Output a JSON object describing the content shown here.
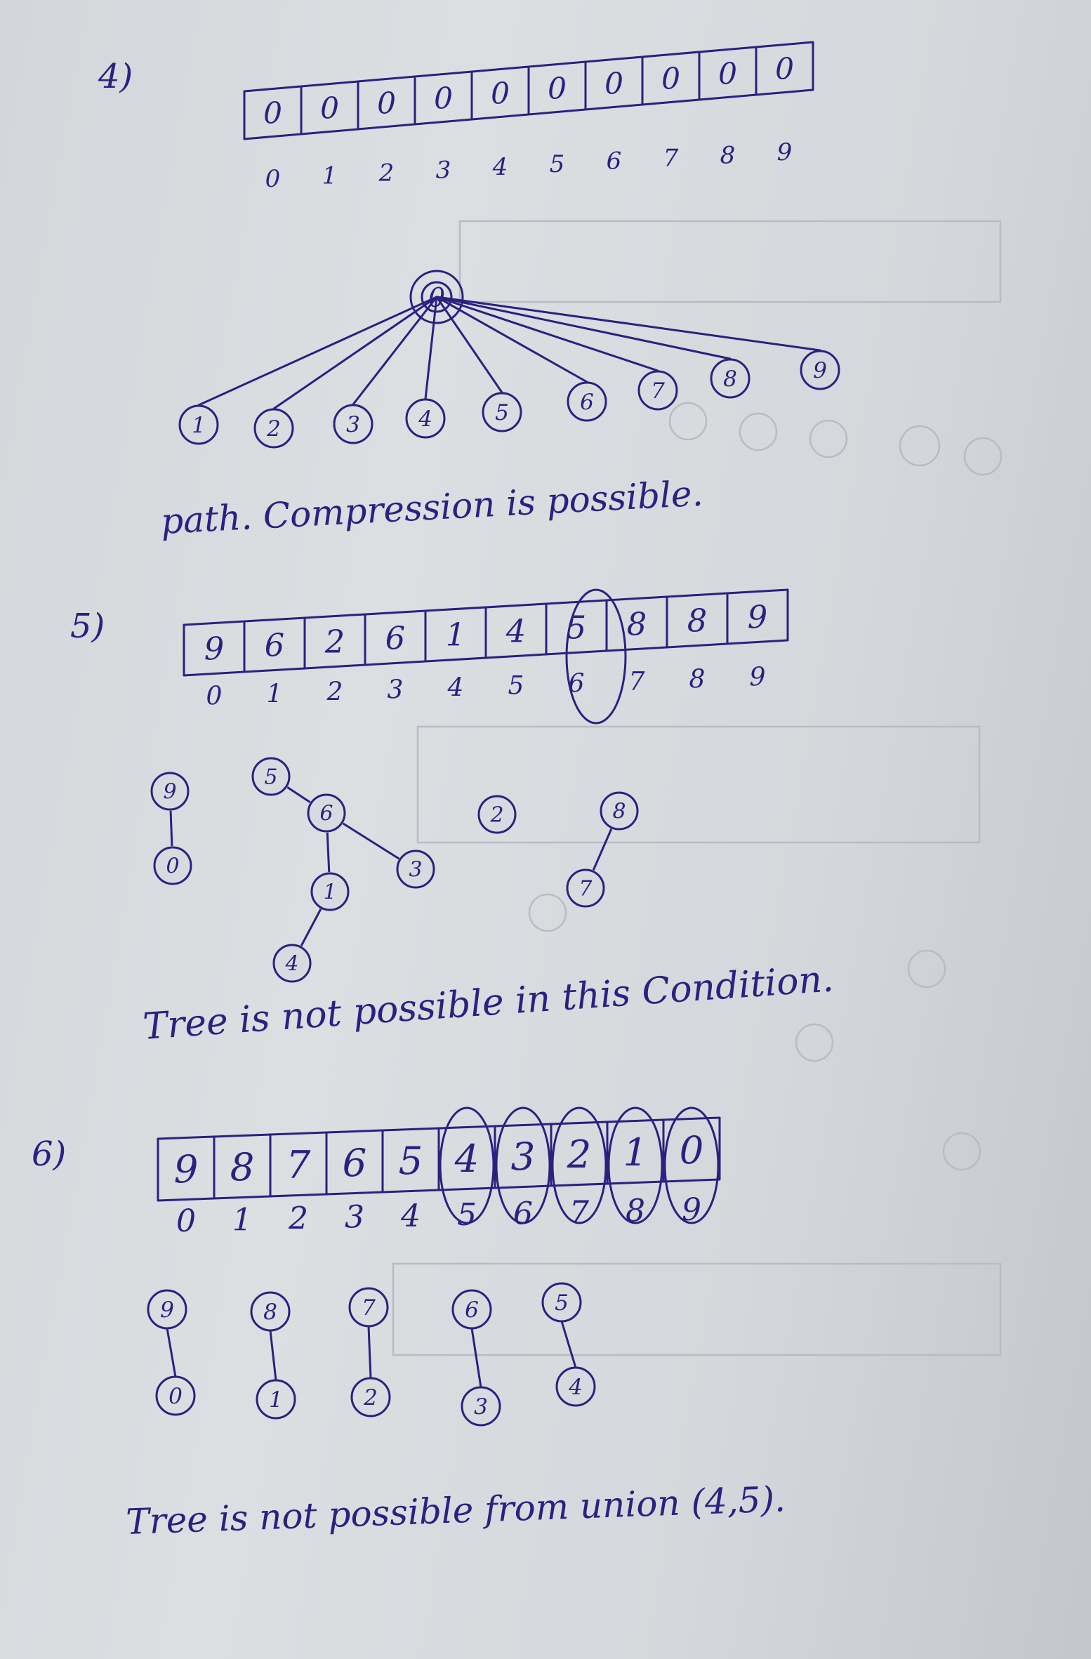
{
  "sections": [
    {
      "number": "4)",
      "cells": [
        "0",
        "0",
        "0",
        "0",
        "0",
        "0",
        "0",
        "0",
        "0",
        "0"
      ],
      "indices": [
        "0",
        "1",
        "2",
        "3",
        "4",
        "5",
        "6",
        "7",
        "8",
        "9"
      ],
      "tree": {
        "root": "0",
        "children": [
          "1",
          "2",
          "3",
          "4",
          "5",
          "6",
          "7",
          "8",
          "9"
        ]
      },
      "note": "path. Compression is possible."
    },
    {
      "number": "5)",
      "cells": [
        "9",
        "6",
        "2",
        "6",
        "1",
        "4",
        "5",
        "8",
        "8",
        "9"
      ],
      "indices": [
        "0",
        "1",
        "2",
        "3",
        "4",
        "5",
        "6",
        "7",
        "8",
        "9"
      ],
      "nodes": [
        "9",
        "0",
        "5",
        "6",
        "1",
        "3",
        "4",
        "2",
        "8",
        "7"
      ],
      "note": "Tree is not possible in this Condition."
    },
    {
      "number": "6)",
      "cells": [
        "9",
        "8",
        "7",
        "6",
        "5",
        "4",
        "3",
        "2",
        "1",
        "0"
      ],
      "indices": [
        "0",
        "1",
        "2",
        "3",
        "4",
        "5",
        "6",
        "7",
        "8",
        "9"
      ],
      "pairs": [
        [
          "9",
          "0"
        ],
        [
          "8",
          "1"
        ],
        [
          "7",
          "2"
        ],
        [
          "6",
          "3"
        ],
        [
          "5",
          "4"
        ]
      ],
      "note": "Tree is not possible from union (4,5)."
    }
  ]
}
